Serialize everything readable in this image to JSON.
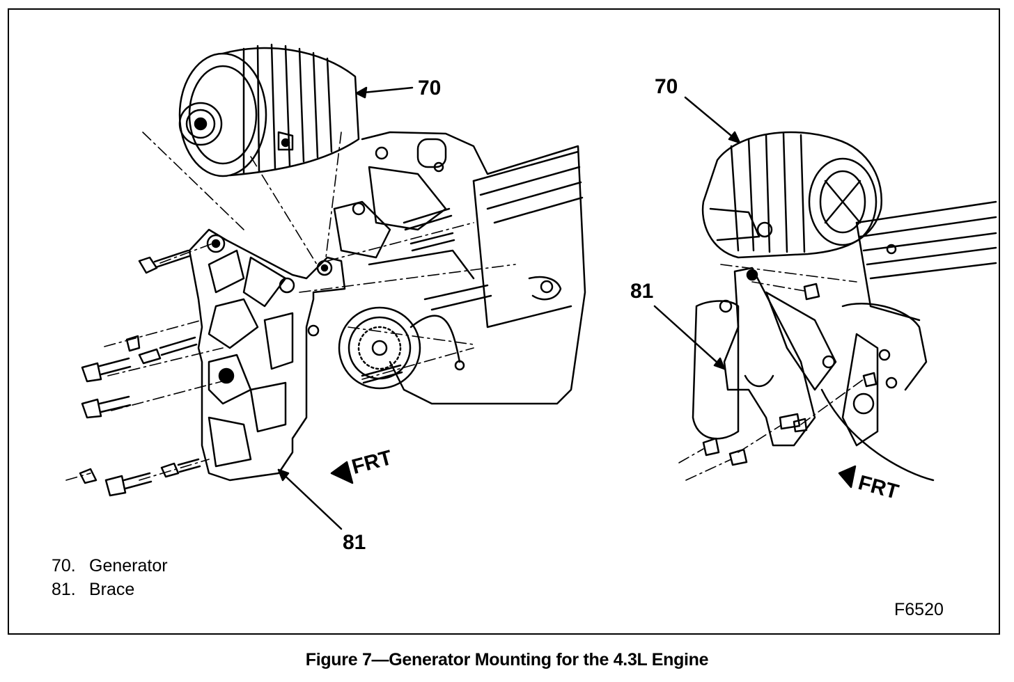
{
  "callouts": {
    "left_generator": "70",
    "left_brace": "81",
    "right_generator": "70",
    "right_brace": "81"
  },
  "direction_label": "FRT",
  "legend": [
    {
      "number": "70.",
      "label": "Generator"
    },
    {
      "number": "81.",
      "label": "Brace"
    }
  ],
  "figure_id": "F6520",
  "caption": "Figure 7—Generator Mounting for the 4.3L Engine"
}
